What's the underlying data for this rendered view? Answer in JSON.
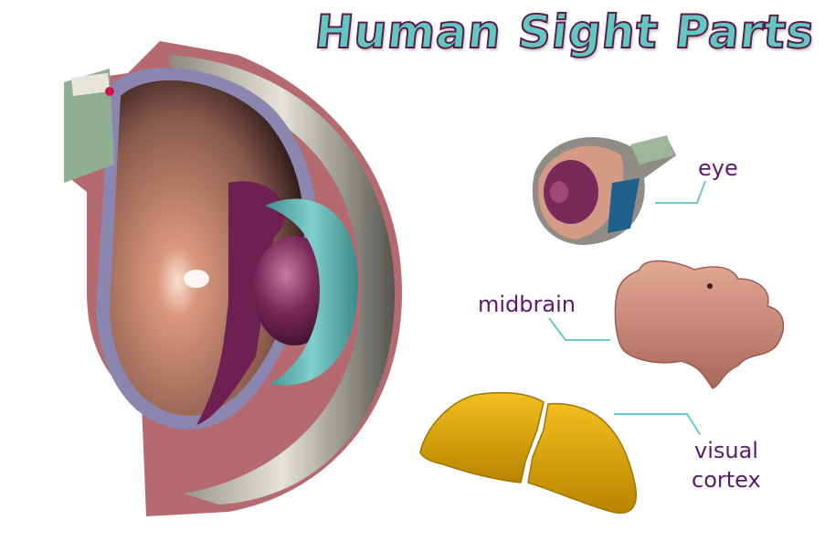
{
  "title": "Human Sight Parts",
  "labels": {
    "eye": "eye",
    "midbrain": "midbrain",
    "visual_line1": "visual",
    "visual_line2": "cortex"
  },
  "colors": {
    "title_fill": "#62c6c2",
    "title_outline": "#5a1d48",
    "label_text": "#5b1a6a",
    "leader_line": "#5fc4c4",
    "midbrain": "#d0907e",
    "visual_cortex": "#e2a800",
    "iris": "#5fb8b8",
    "lens": "#7a2a5a",
    "sclera": "#d8d6cc"
  }
}
